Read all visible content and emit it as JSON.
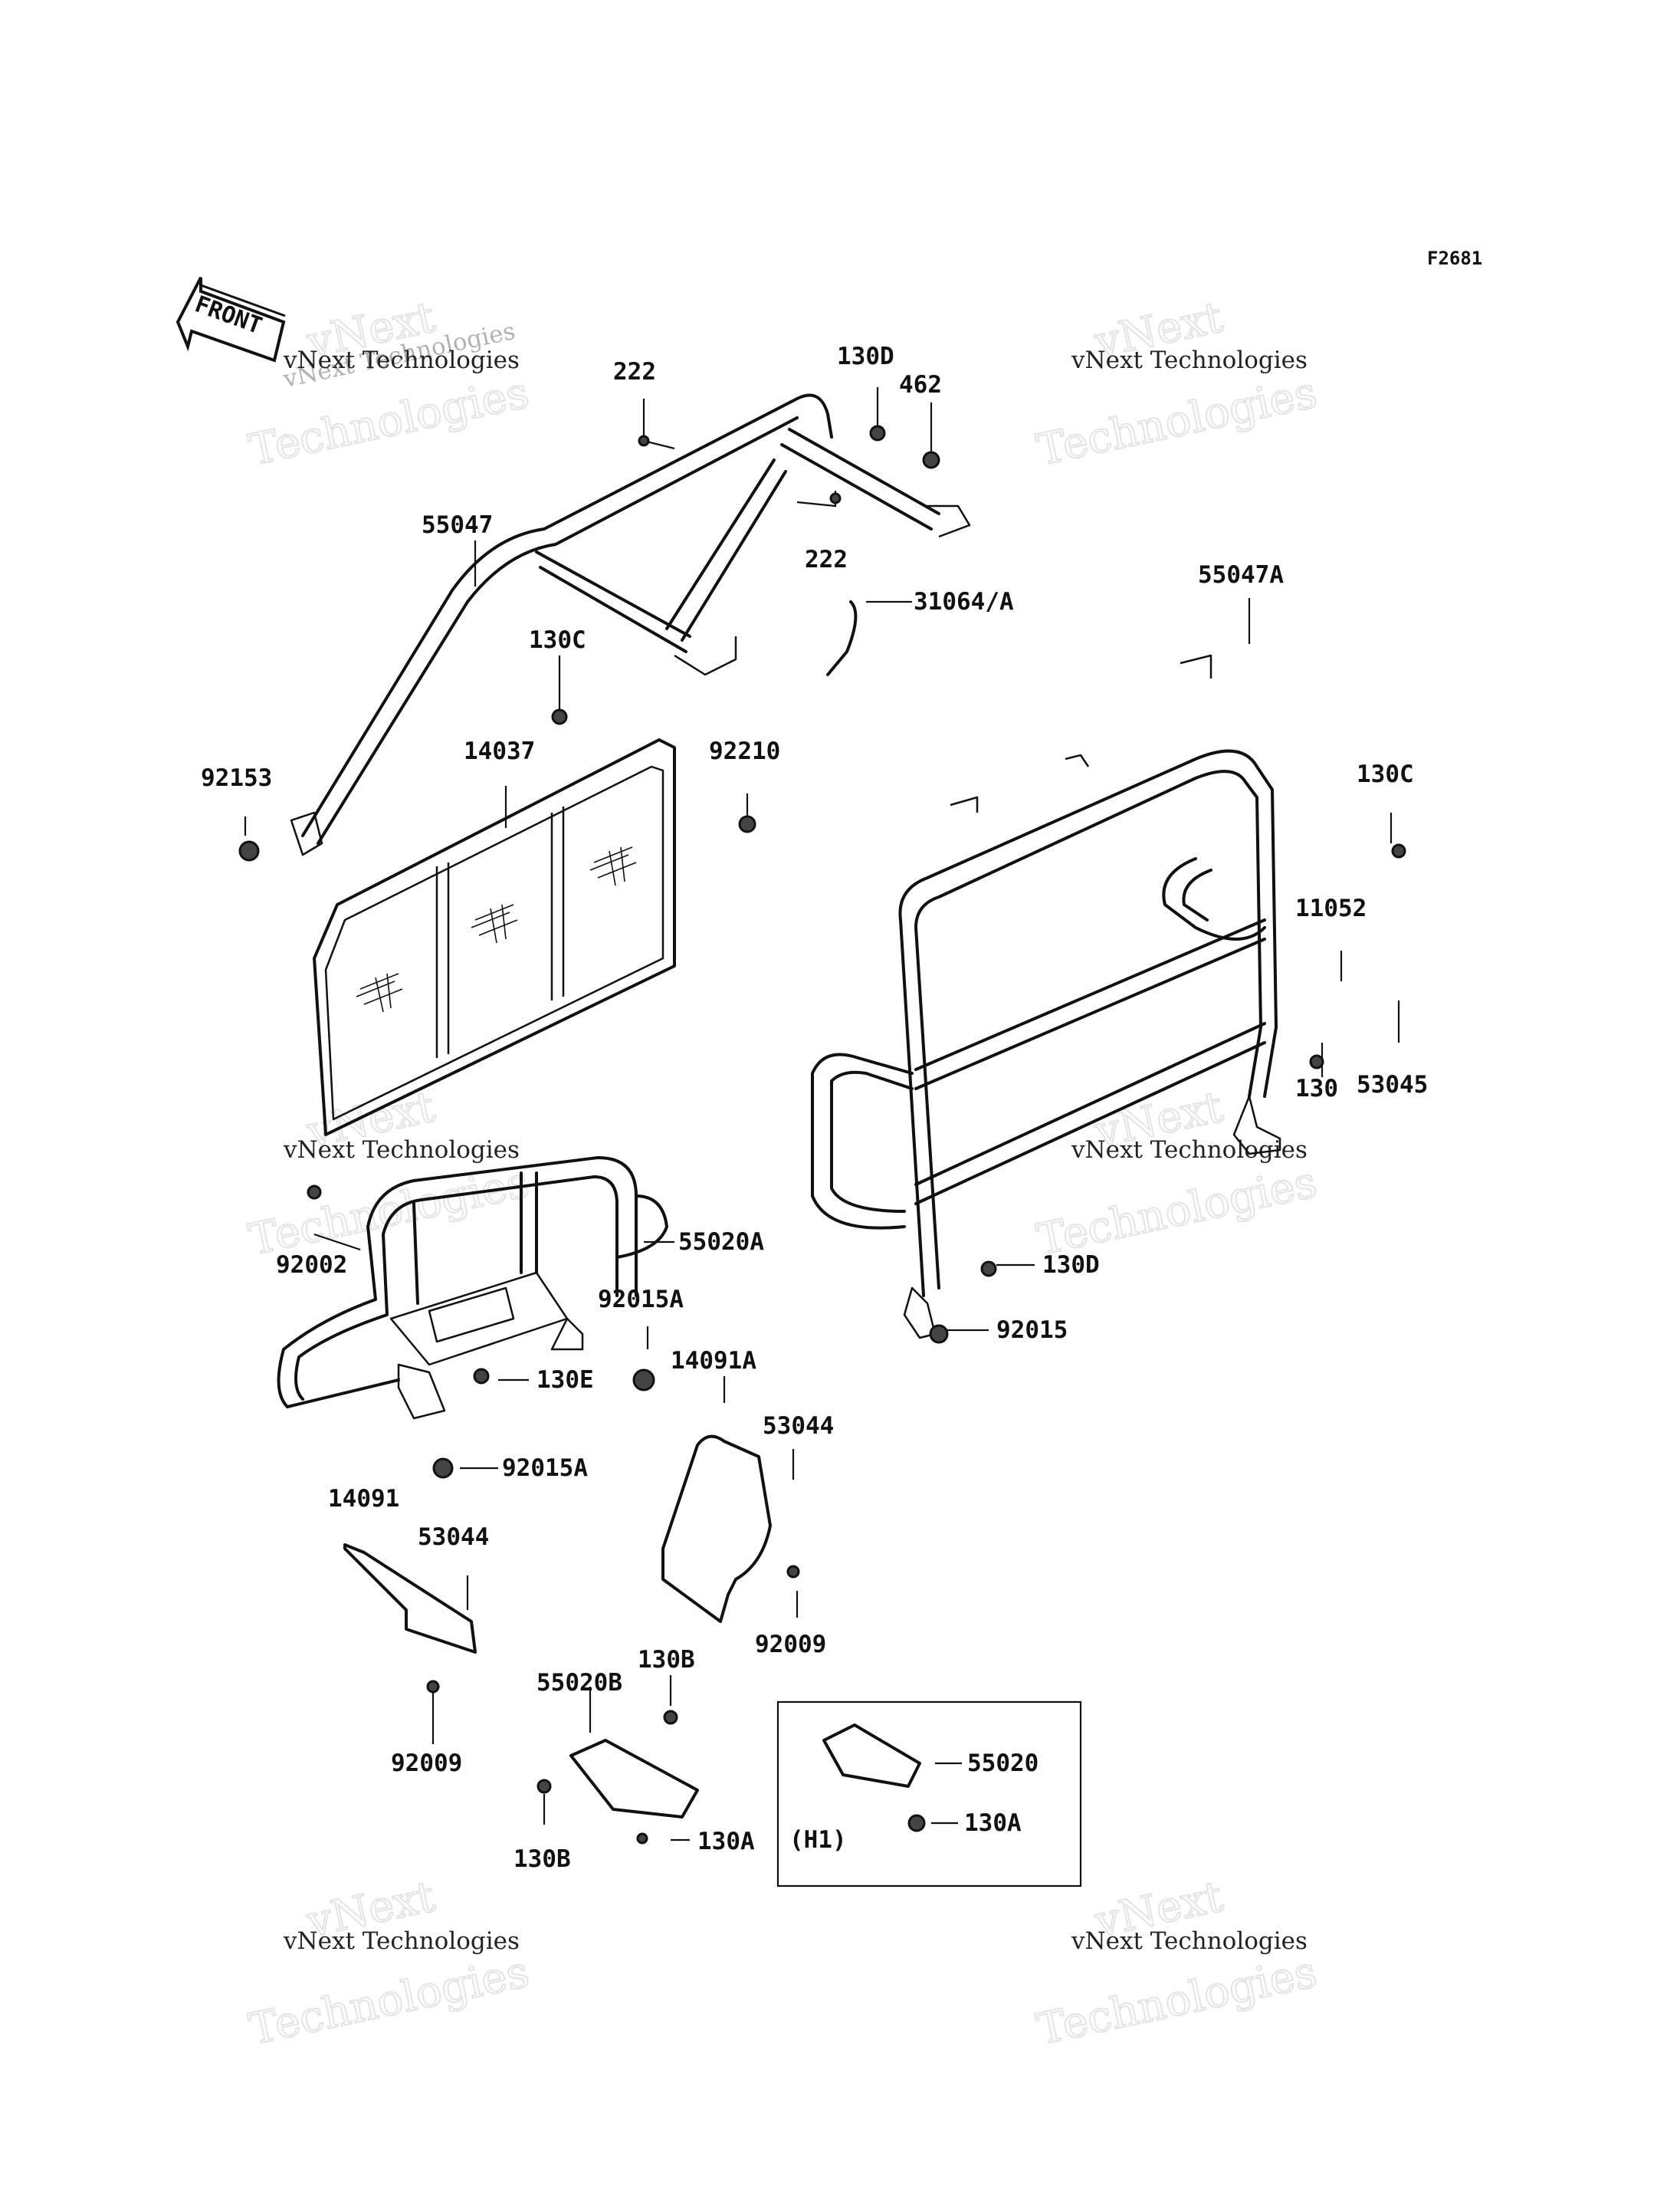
{
  "figure_code": "F2681",
  "front_arrow": {
    "label": "FRONT"
  },
  "watermark": {
    "small": "vNext Technologies",
    "large": "vNext\nTechnologies"
  },
  "parts": {
    "p55047": "55047",
    "p55047A": "55047A",
    "p222a": "222",
    "p222b": "222",
    "p130D_top": "130D",
    "p462": "462",
    "p31064A": "31064/A",
    "p130C_left": "130C",
    "p14037": "14037",
    "p92210": "92210",
    "p92153": "92153",
    "p130C_right": "130C",
    "p11052": "11052",
    "p130": "130",
    "p53045": "53045",
    "p92002": "92002",
    "p55020A": "55020A",
    "p92015A_a": "92015A",
    "p130E": "130E",
    "p92015A_b": "92015A",
    "p130D_bot": "130D",
    "p92015": "92015",
    "p14091A": "14091A",
    "p53044_a": "53044",
    "p53044_b": "53044",
    "p14091": "14091",
    "p92009_a": "92009",
    "p92009_b": "92009",
    "p130B_top": "130B",
    "p55020B": "55020B",
    "p130B_bot": "130B",
    "p130A_a": "130A",
    "p55020": "55020",
    "p130A_b": "130A",
    "pH1": "(H1)"
  }
}
